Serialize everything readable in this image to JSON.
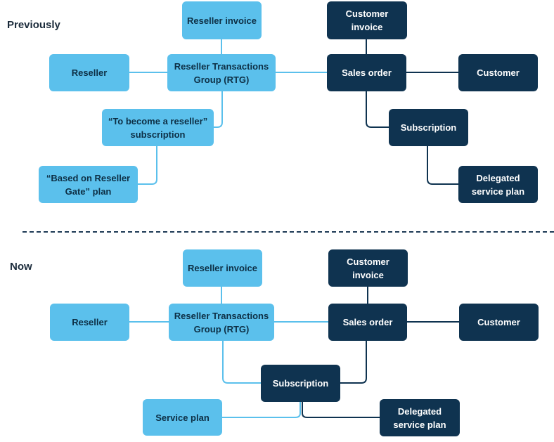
{
  "top": {
    "label": "Previously",
    "reseller_invoice": "Reseller invoice",
    "customer_invoice": "Customer invoice",
    "reseller": "Reseller",
    "rtg": "Reseller Transactions Group (RTG)",
    "sales_order": "Sales order",
    "customer": "Customer",
    "become_reseller_subscription": "“To become a reseller” subscription",
    "subscription": "Subscription",
    "reseller_gate_plan": "“Based on Reseller Gate” plan",
    "delegated_service_plan": "Delegated service plan"
  },
  "bottom": {
    "label": "Now",
    "reseller_invoice": "Reseller invoice",
    "customer_invoice": "Customer invoice",
    "reseller": "Reseller",
    "rtg": "Reseller Transactions Group (RTG)",
    "sales_order": "Sales order",
    "customer": "Customer",
    "subscription": "Subscription",
    "service_plan": "Service plan",
    "delegated_service_plan": "Delegated service plan"
  },
  "colors": {
    "reseller_side": "#5bc0ec",
    "customer_side": "#0f3350",
    "reseller_connector": "#5bc0ec",
    "customer_connector": "#0f3350",
    "divider": "#1d3a55"
  }
}
